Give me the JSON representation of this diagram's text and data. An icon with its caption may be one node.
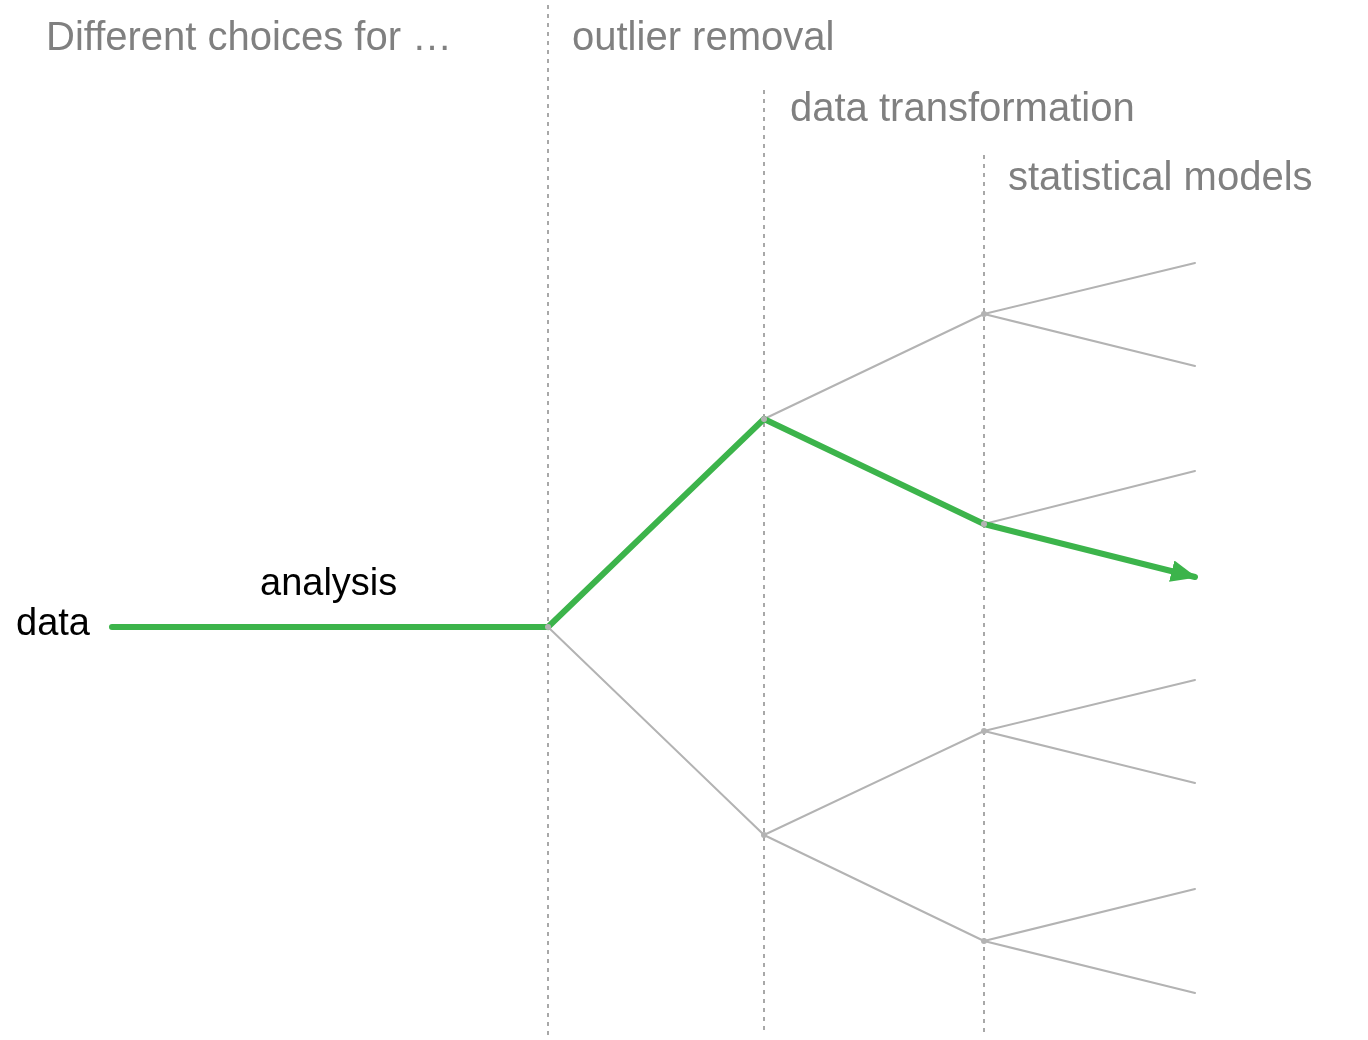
{
  "diagram": {
    "nodes": [
      {
        "text": [
          "data"
        ]
      },
      {
        "text": [],
        "shape": "point"
      },
      {
        "text": [],
        "shape": "point"
      },
      {
        "text": [],
        "shape": "point"
      },
      {
        "text": [],
        "shape": "point"
      },
      {
        "text": [],
        "shape": "point"
      },
      {
        "text": [],
        "shape": "point"
      },
      {
        "text": [],
        "shape": "point"
      }
    ],
    "edges": [
      {
        "from": 0,
        "to": 1,
        "arrow": "none",
        "label": "analysis",
        "style": "thick",
        "color": "#3cb44b"
      },
      {
        "from": 1,
        "to": 2,
        "arrow": "none",
        "style": "thick",
        "color": "#3cb44b"
      },
      {
        "from": 1,
        "to": 3,
        "arrow": "none"
      },
      {
        "from": 2,
        "to": 4,
        "arrow": "none"
      },
      {
        "from": 2,
        "to": 5,
        "arrow": "none",
        "style": "thick",
        "color": "#3cb44b"
      },
      {
        "from": 3,
        "to": 6,
        "arrow": "none"
      },
      {
        "from": 3,
        "to": 7,
        "arrow": "none"
      },
      {
        "from": 4,
        "to": null,
        "arrow": "none"
      },
      {
        "from": 4,
        "to": null,
        "arrow": "none"
      },
      {
        "from": 5,
        "to": null,
        "arrow": "none"
      },
      {
        "from": 5,
        "to": null,
        "arrow": "to",
        "style": "thick",
        "color": "#3cb44b"
      },
      {
        "from": 6,
        "to": null,
        "arrow": "none"
      },
      {
        "from": 6,
        "to": null,
        "arrow": "none"
      },
      {
        "from": 7,
        "to": null,
        "arrow": "none"
      },
      {
        "from": 7,
        "to": null,
        "arrow": "none"
      }
    ],
    "labels": [
      "Different choices for …",
      "outlier removal",
      "data transformation",
      "statistical models"
    ]
  }
}
